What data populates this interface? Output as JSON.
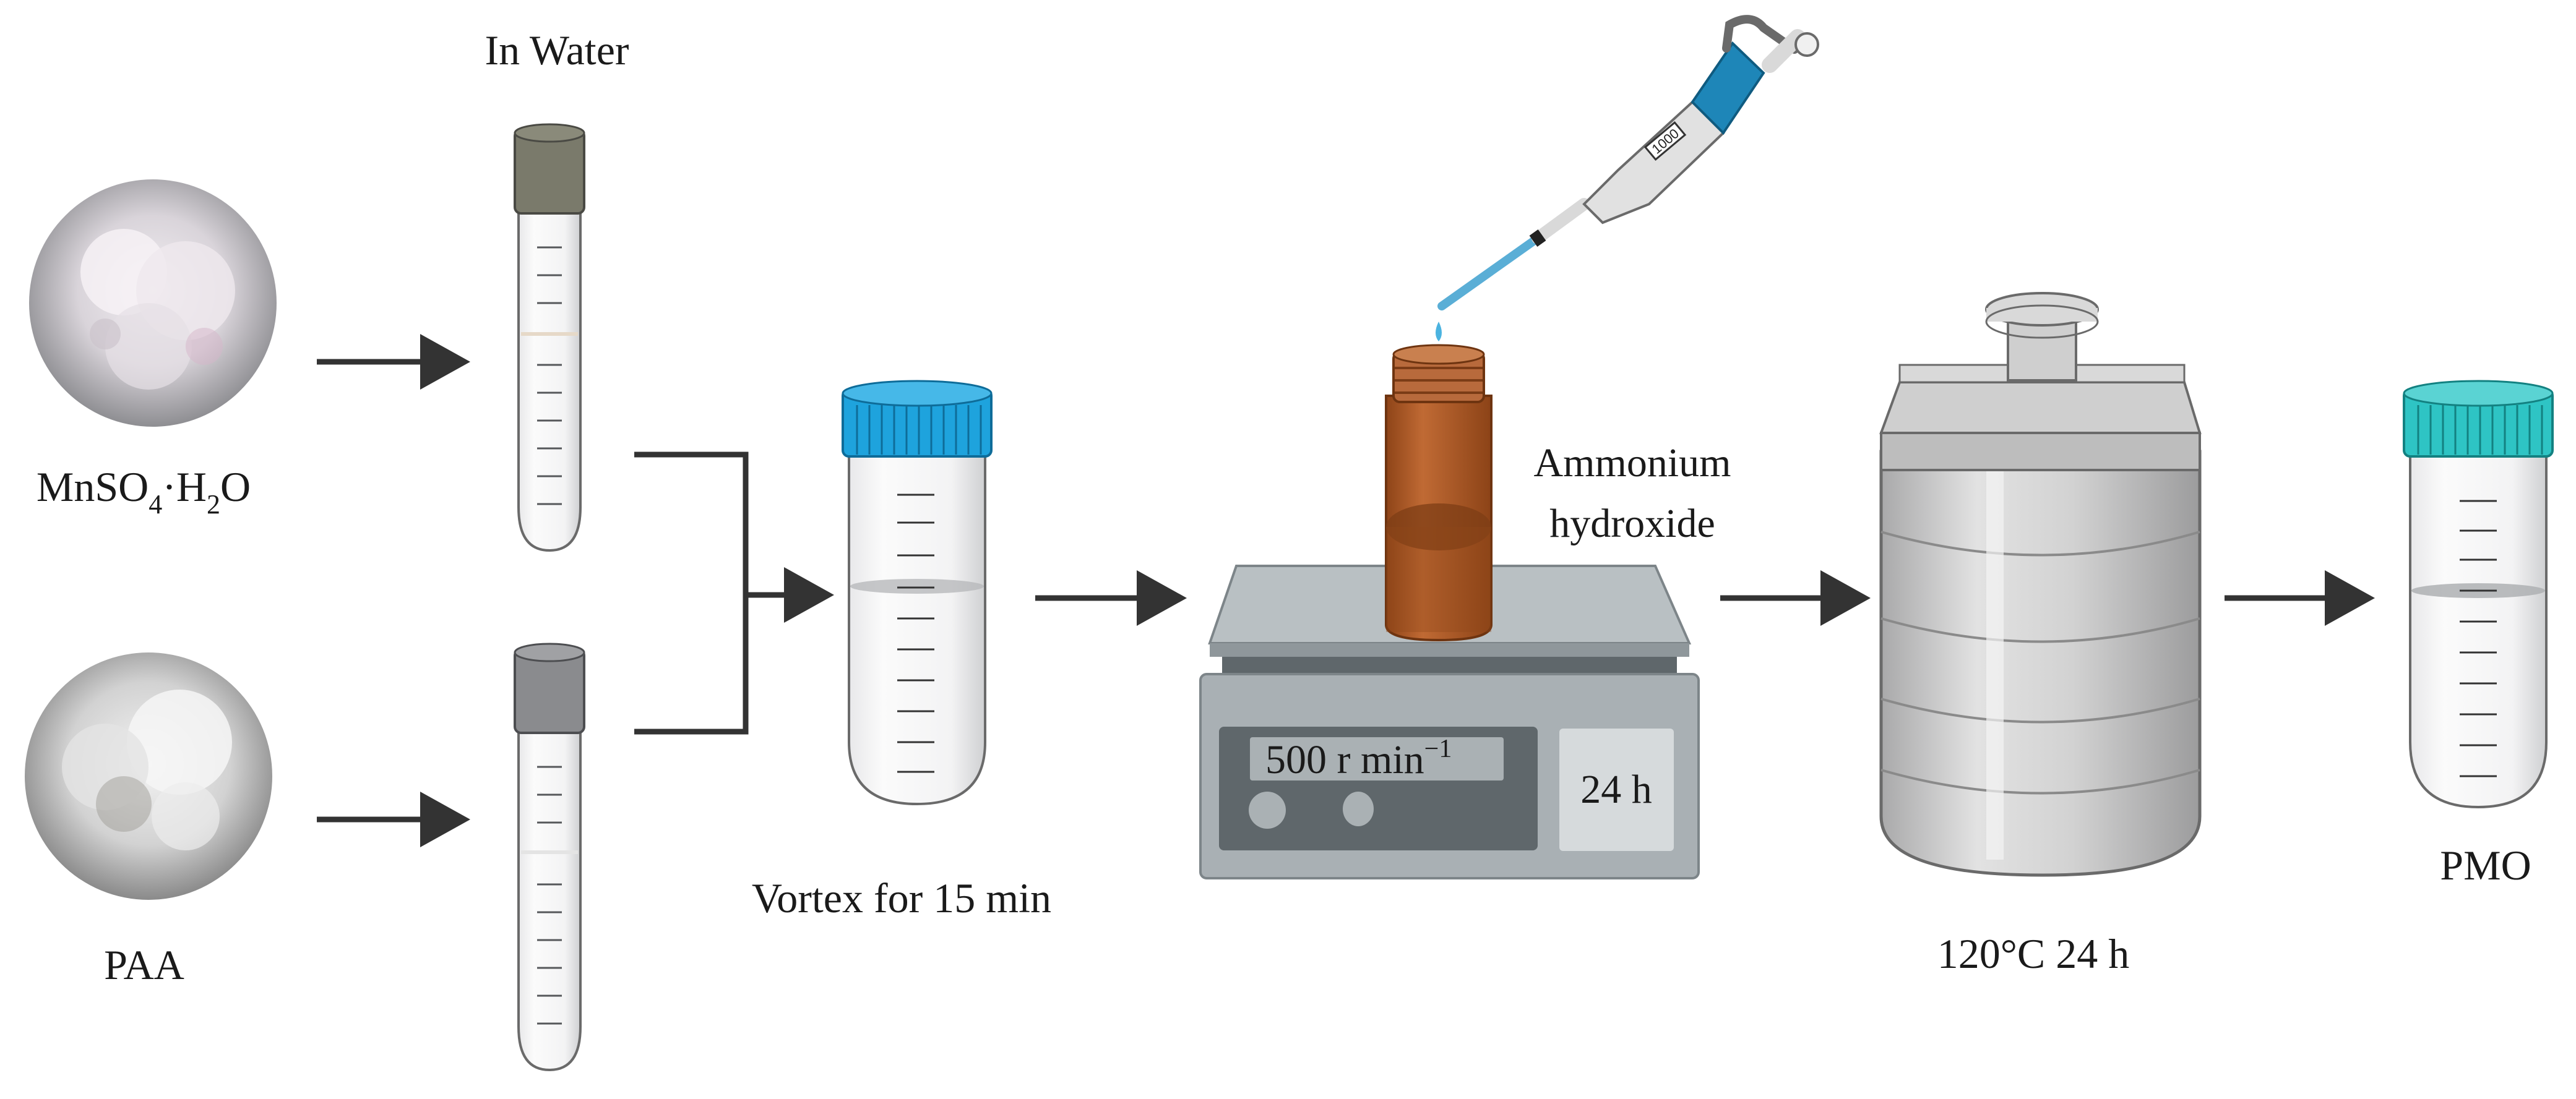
{
  "labels": {
    "in_water": "In Water",
    "mnso4_main": "MnSO",
    "mnso4_sub1": "4",
    "mnso4_mid": "·H",
    "mnso4_sub2": "2",
    "mnso4_end": "O",
    "paa": "PAA",
    "vortex": "Vortex for 15 min",
    "ammonium_line1": "Ammonium",
    "ammonium_line2": "hydroxide",
    "speed_main": "500 r min",
    "speed_sup": "−1",
    "stir_time": "24 h",
    "autoclave": "120°C  24 h",
    "product": "PMO",
    "pipette_marking": "1000"
  },
  "colors": {
    "arrow": "#333333",
    "tube_cap_top": "#777766",
    "tube_cap_bottom": "#8a8b8e",
    "centrifuge_cap": "#1ea3dd",
    "final_cap": "#2ec4c4",
    "amber_bottle": "#b05a28",
    "pipette_accent": "#1e86b8",
    "balance_body": "#a9b0b4",
    "autoclave_body": "#d6d6d6"
  }
}
